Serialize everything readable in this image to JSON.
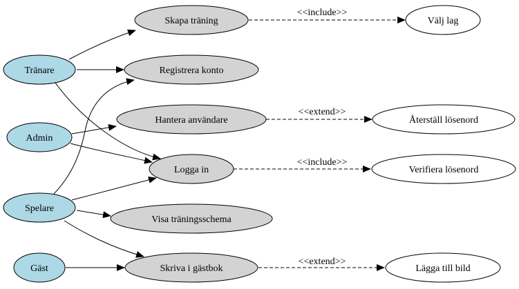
{
  "colors": {
    "actor_fill": "#add8e6",
    "primary_usecase_fill": "#d3d3d3",
    "secondary_usecase_fill": "#ffffff",
    "stroke": "#000000"
  },
  "actors": [
    {
      "id": "tranare",
      "label": "Tränare"
    },
    {
      "id": "admin",
      "label": "Admin"
    },
    {
      "id": "spelare",
      "label": "Spelare"
    },
    {
      "id": "gast",
      "label": "Gäst"
    }
  ],
  "use_cases": [
    {
      "id": "skapa",
      "label": "Skapa träning",
      "kind": "primary"
    },
    {
      "id": "registrera",
      "label": "Registrera konto",
      "kind": "primary"
    },
    {
      "id": "hantera",
      "label": "Hantera användare",
      "kind": "primary"
    },
    {
      "id": "logga",
      "label": "Logga in",
      "kind": "primary"
    },
    {
      "id": "visa",
      "label": "Visa träningsschema",
      "kind": "primary"
    },
    {
      "id": "skriva",
      "label": "Skriva i gästbok",
      "kind": "primary"
    },
    {
      "id": "valj",
      "label": "Välj lag",
      "kind": "secondary"
    },
    {
      "id": "aterstall",
      "label": "Återställ lösenord",
      "kind": "secondary"
    },
    {
      "id": "verifiera",
      "label": "Verifiera lösenord",
      "kind": "secondary"
    },
    {
      "id": "lagga",
      "label": "Lägga till bild",
      "kind": "secondary"
    }
  ],
  "associations": [
    {
      "from": "tranare",
      "to": "skapa"
    },
    {
      "from": "tranare",
      "to": "registrera"
    },
    {
      "from": "tranare",
      "to": "logga"
    },
    {
      "from": "admin",
      "to": "hantera"
    },
    {
      "from": "admin",
      "to": "logga"
    },
    {
      "from": "spelare",
      "to": "registrera"
    },
    {
      "from": "spelare",
      "to": "logga"
    },
    {
      "from": "spelare",
      "to": "visa"
    },
    {
      "from": "spelare",
      "to": "skriva"
    },
    {
      "from": "gast",
      "to": "skriva"
    }
  ],
  "relations": [
    {
      "from": "skapa",
      "to": "valj",
      "label": "<<include>>"
    },
    {
      "from": "hantera",
      "to": "aterstall",
      "label": "<<extend>>"
    },
    {
      "from": "logga",
      "to": "verifiera",
      "label": "<<include>>"
    },
    {
      "from": "skriva",
      "to": "lagga",
      "label": "<<extend>>"
    }
  ]
}
